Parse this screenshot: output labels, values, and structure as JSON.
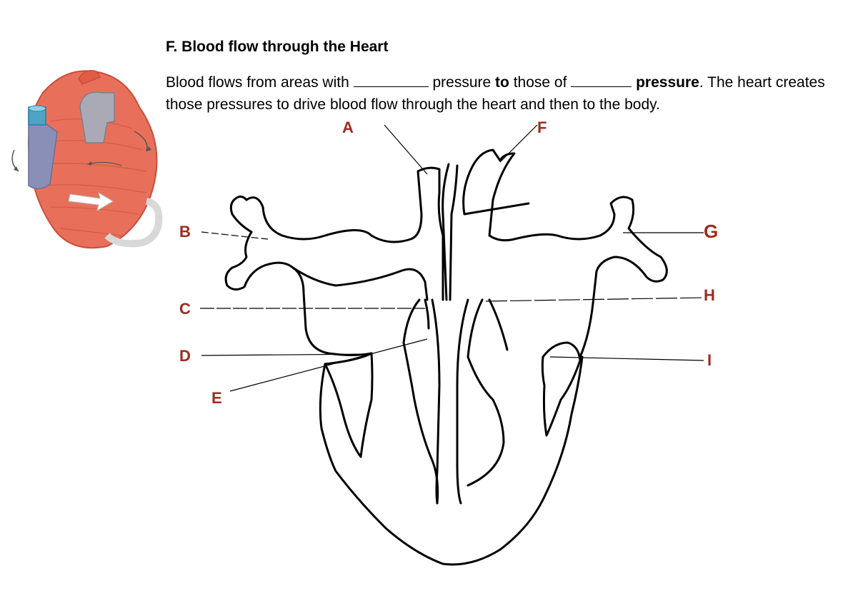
{
  "heading": "F. Blood flow through the Heart",
  "paragraph": {
    "part1": "Blood flows from areas with",
    "part2": "pressure",
    "part3": "to",
    "part4": "those of",
    "part5": "pressure",
    "part6": ". The heart creates those pressures to drive blood flow through the heart and then to the body."
  },
  "labels": {
    "A": "A",
    "B": "B",
    "C": "C",
    "D": "D",
    "E": "E",
    "F": "F",
    "G": "G",
    "H": "H",
    "I": "I"
  },
  "colors": {
    "label": "#a12a1e",
    "heart_muscle": "#e8705a",
    "vessel_blue": "#4fa3c4",
    "vessel_gray": "#9a9aa6"
  }
}
